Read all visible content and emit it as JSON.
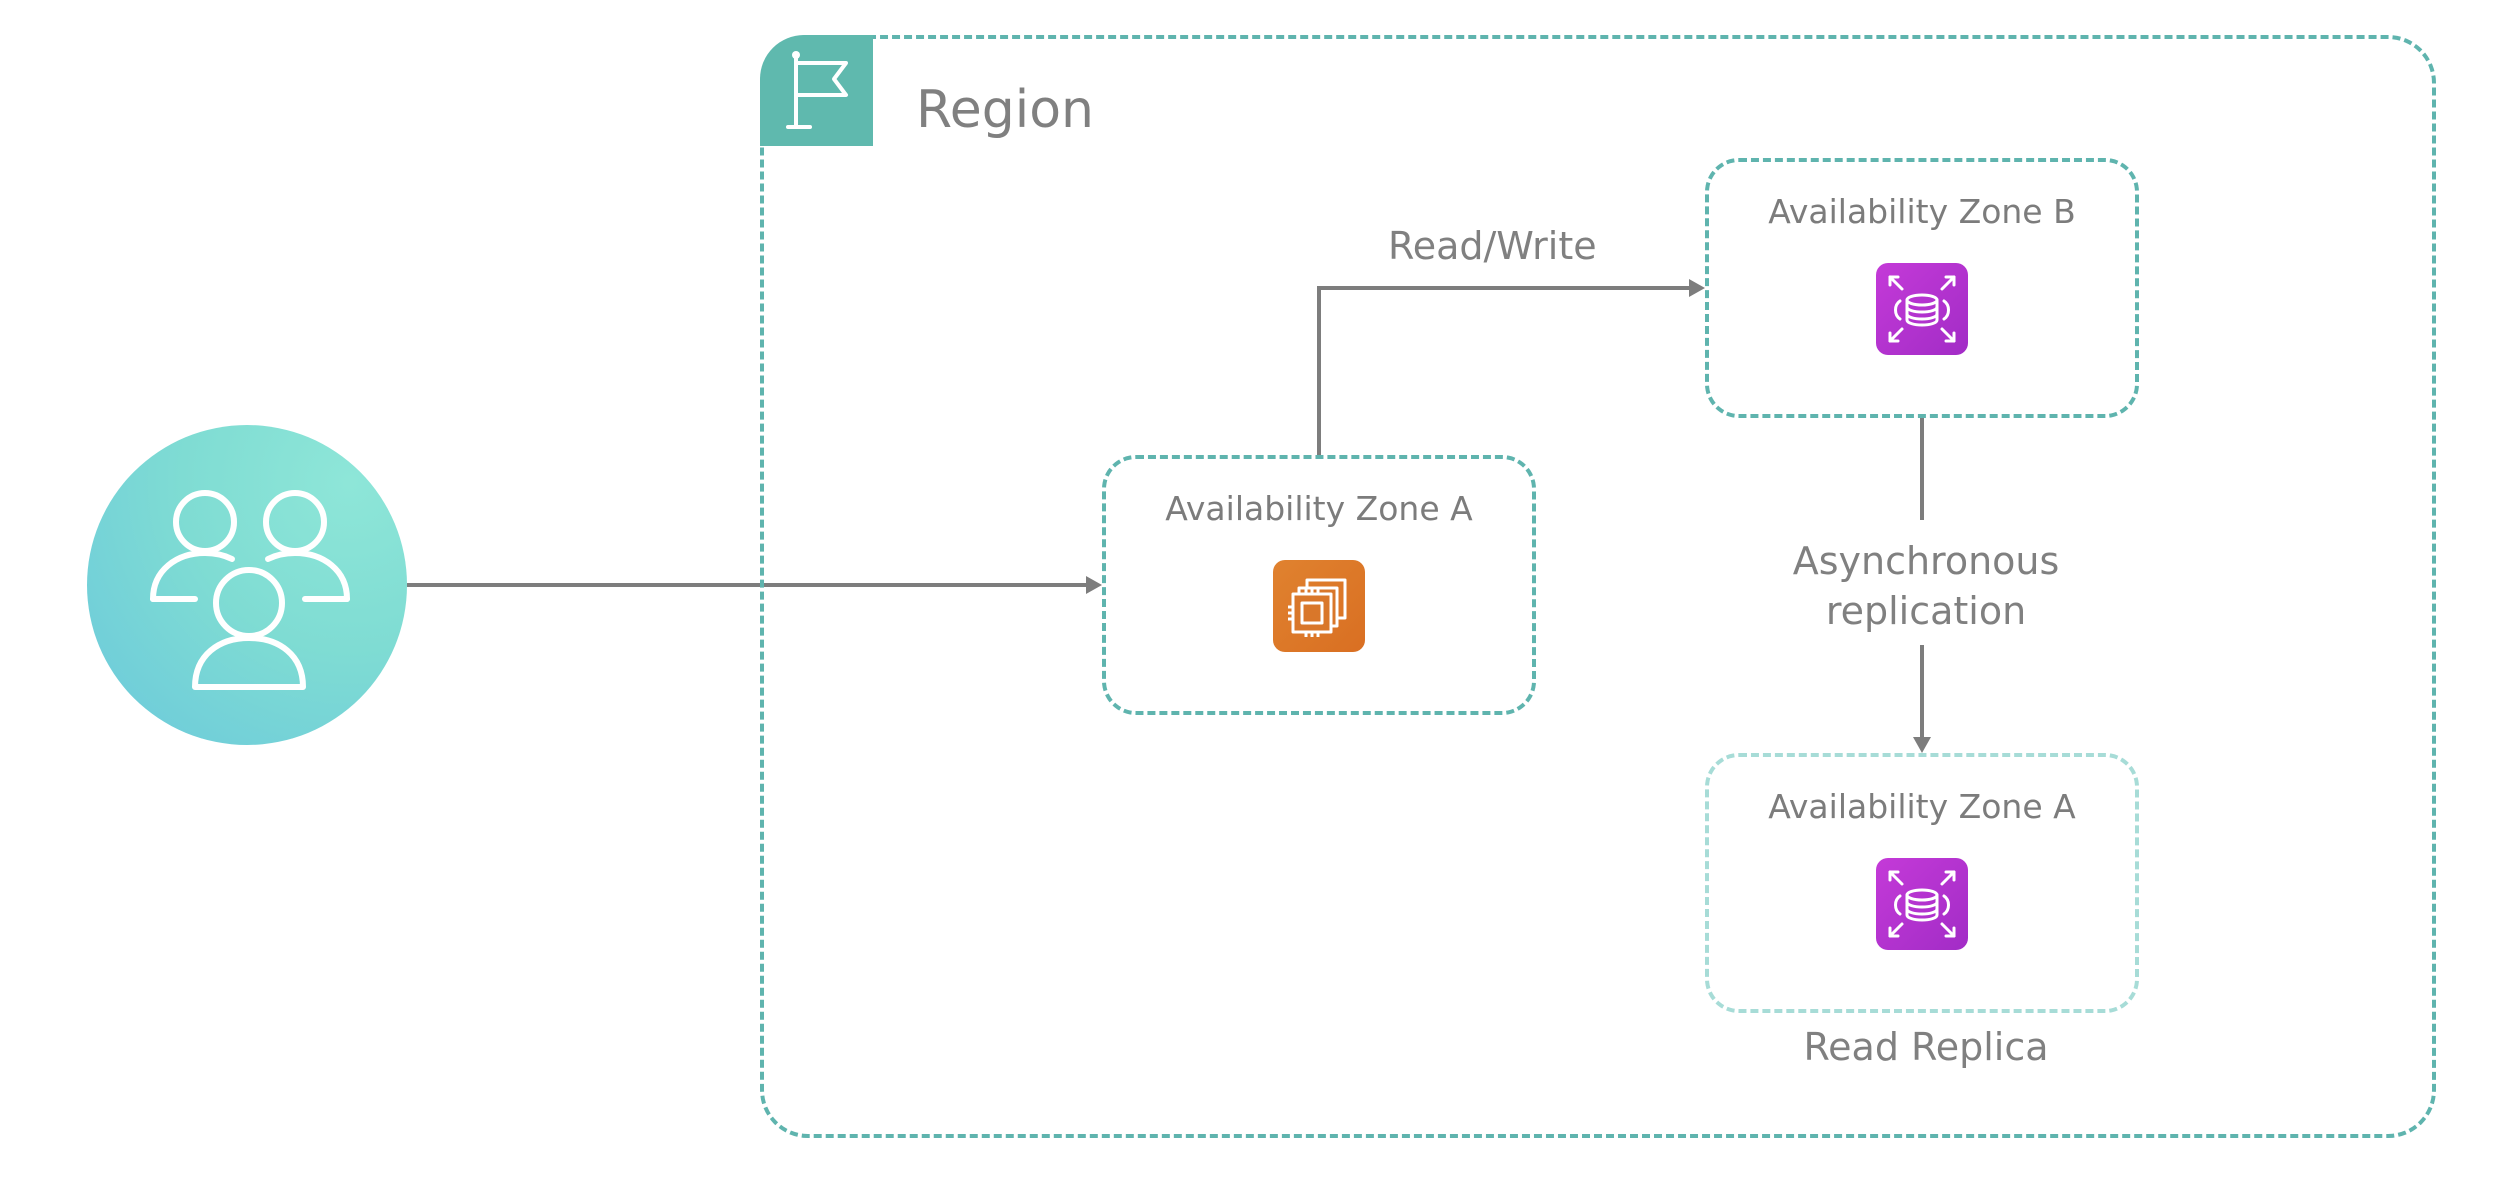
{
  "diagram": {
    "region": {
      "label": "Region",
      "icon": "flag-icon",
      "color": "#5fb9ae"
    },
    "users": {
      "icon": "users-group-icon"
    },
    "zones": [
      {
        "label": "Availability Zone A",
        "service_icon": "ec2-compute-icon",
        "service_color": "#d9772a"
      },
      {
        "label": "Availability Zone B",
        "service_icon": "rds-database-icon",
        "service_color": "#b232cf"
      },
      {
        "label": "Availability Zone A",
        "service_icon": "rds-database-icon",
        "service_color": "#b232cf"
      }
    ],
    "edges": {
      "read_write": "Read/Write",
      "async_line1": "Asynchronous",
      "async_line2": "replication",
      "read_replica": "Read Replica"
    }
  }
}
